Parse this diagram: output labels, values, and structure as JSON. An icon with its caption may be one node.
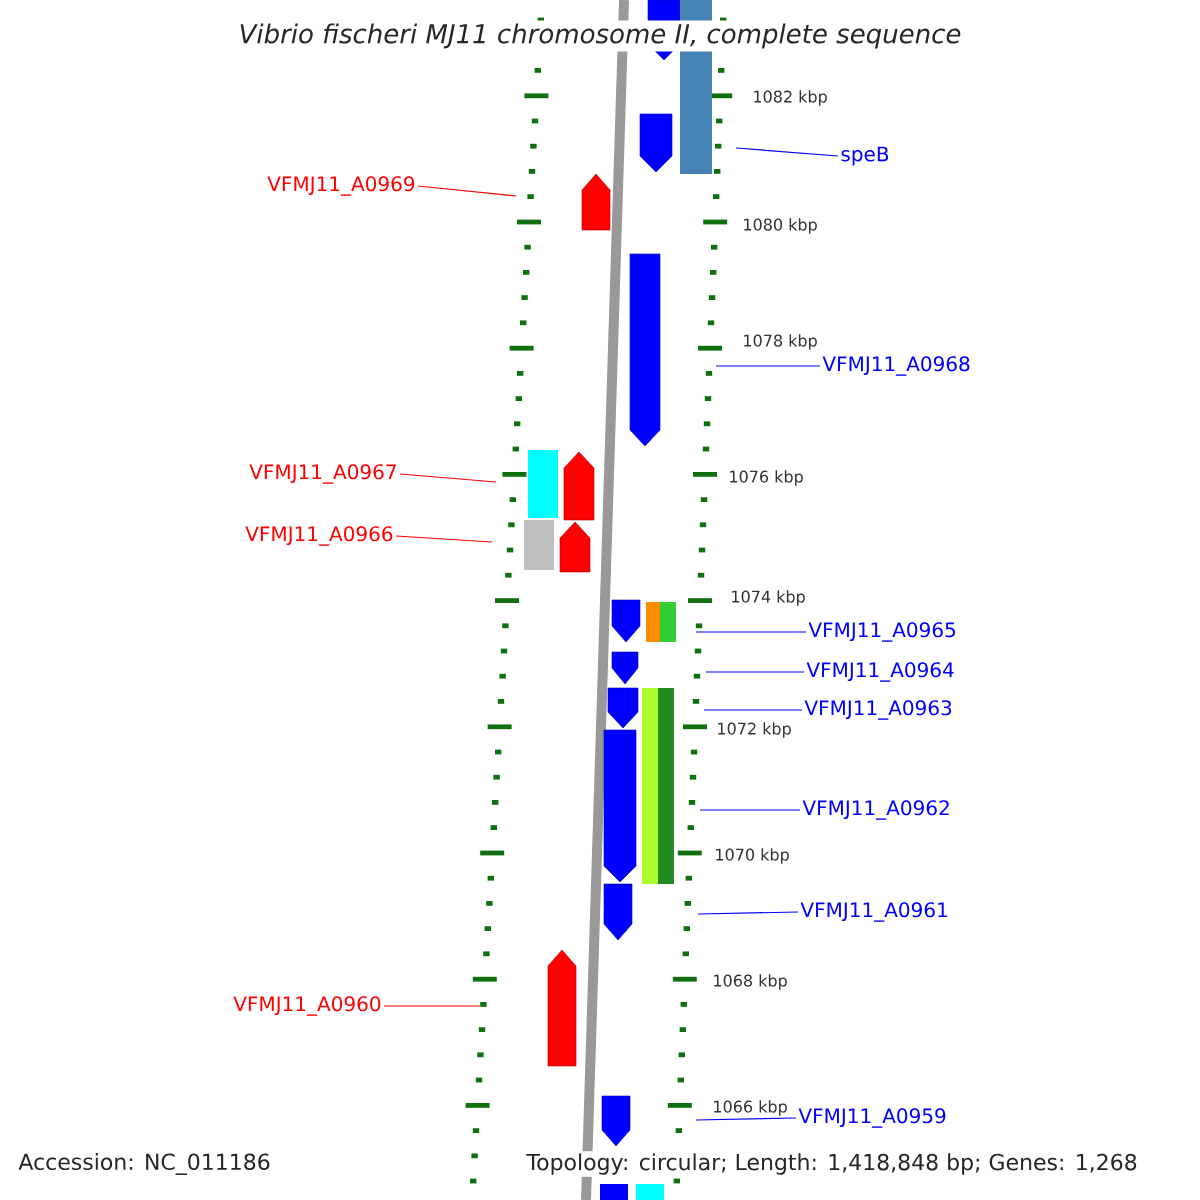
{
  "diagram": {
    "title": "Vibrio fischeri MJ11 chromosome II, complete sequence",
    "nodes": [
      {
        "text": [
          "speB"
        ]
      },
      {
        "text": [
          "VFMJ11_A0969"
        ]
      },
      {
        "text": [
          "VFMJ11_A0968"
        ]
      },
      {
        "text": [
          "VFMJ11_A0967"
        ]
      },
      {
        "text": [
          "VFMJ11_A0966"
        ]
      },
      {
        "text": [
          "VFMJ11_A0965"
        ]
      },
      {
        "text": [
          "VFMJ11_A0964"
        ]
      },
      {
        "text": [
          "VFMJ11_A0963"
        ]
      },
      {
        "text": [
          "VFMJ11_A0962"
        ]
      },
      {
        "text": [
          "VFMJ11_A0961"
        ]
      },
      {
        "text": [
          "VFMJ11_A0960"
        ]
      },
      {
        "text": [
          "VFMJ11_A0959"
        ]
      }
    ],
    "edges": [
      {
        "from": 0,
        "to": null,
        "arrow": "none"
      },
      {
        "from": 1,
        "to": null,
        "arrow": "none",
        "color": "#ff0000"
      },
      {
        "from": 2,
        "to": null,
        "arrow": "none"
      },
      {
        "from": 3,
        "to": null,
        "arrow": "none",
        "color": "#ff0000"
      },
      {
        "from": 4,
        "to": null,
        "arrow": "none",
        "color": "#ff0000"
      },
      {
        "from": 5,
        "to": null,
        "arrow": "none"
      },
      {
        "from": 6,
        "to": null,
        "arrow": "none"
      },
      {
        "from": 7,
        "to": null,
        "arrow": "none"
      },
      {
        "from": 8,
        "to": null,
        "arrow": "none"
      },
      {
        "from": 9,
        "to": null,
        "arrow": "none"
      },
      {
        "from": 10,
        "to": null,
        "arrow": "none",
        "color": "#ff0000"
      },
      {
        "from": 11,
        "to": null,
        "arrow": "none"
      }
    ],
    "labels": [
      "1082 kbp",
      "1080 kbp",
      "1078 kbp",
      "1076 kbp",
      "1074 kbp",
      "1072 kbp",
      "1070 kbp",
      "1068 kbp",
      "1066 kbp",
      "Accession: NC_011186",
      "Topology: circular; Length: 1,418,848 bp; Genes: 1,268"
    ]
  }
}
